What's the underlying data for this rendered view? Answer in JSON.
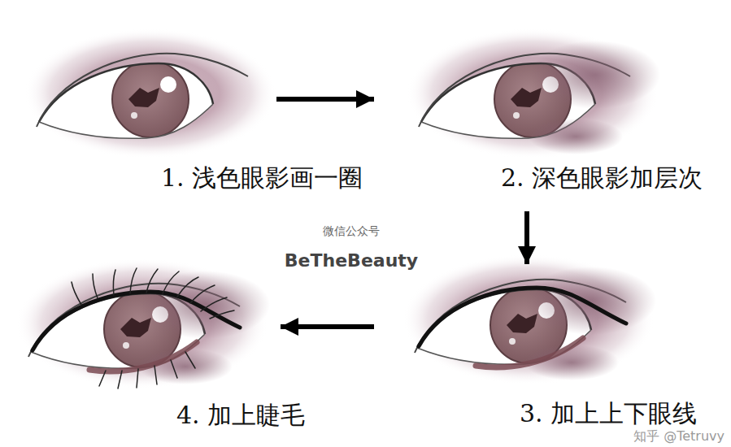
{
  "diagram": {
    "nodes": [
      {
        "text": [
          "1. 浅色眼影画一圈"
        ]
      },
      {
        "text": [
          "2. 深色眼影加层次"
        ]
      },
      {
        "text": [
          "3. 加上上下眼线"
        ]
      },
      {
        "text": [
          "4. 加上睫毛"
        ]
      }
    ],
    "edges": [
      {
        "from": 0,
        "to": 1,
        "arrow": "to"
      },
      {
        "from": 1,
        "to": 2,
        "arrow": "to"
      },
      {
        "from": 2,
        "to": 3,
        "arrow": "to"
      }
    ],
    "labels": [
      "微信公众号",
      "BeTheBeauty",
      "知乎 @Tetruvy"
    ]
  }
}
